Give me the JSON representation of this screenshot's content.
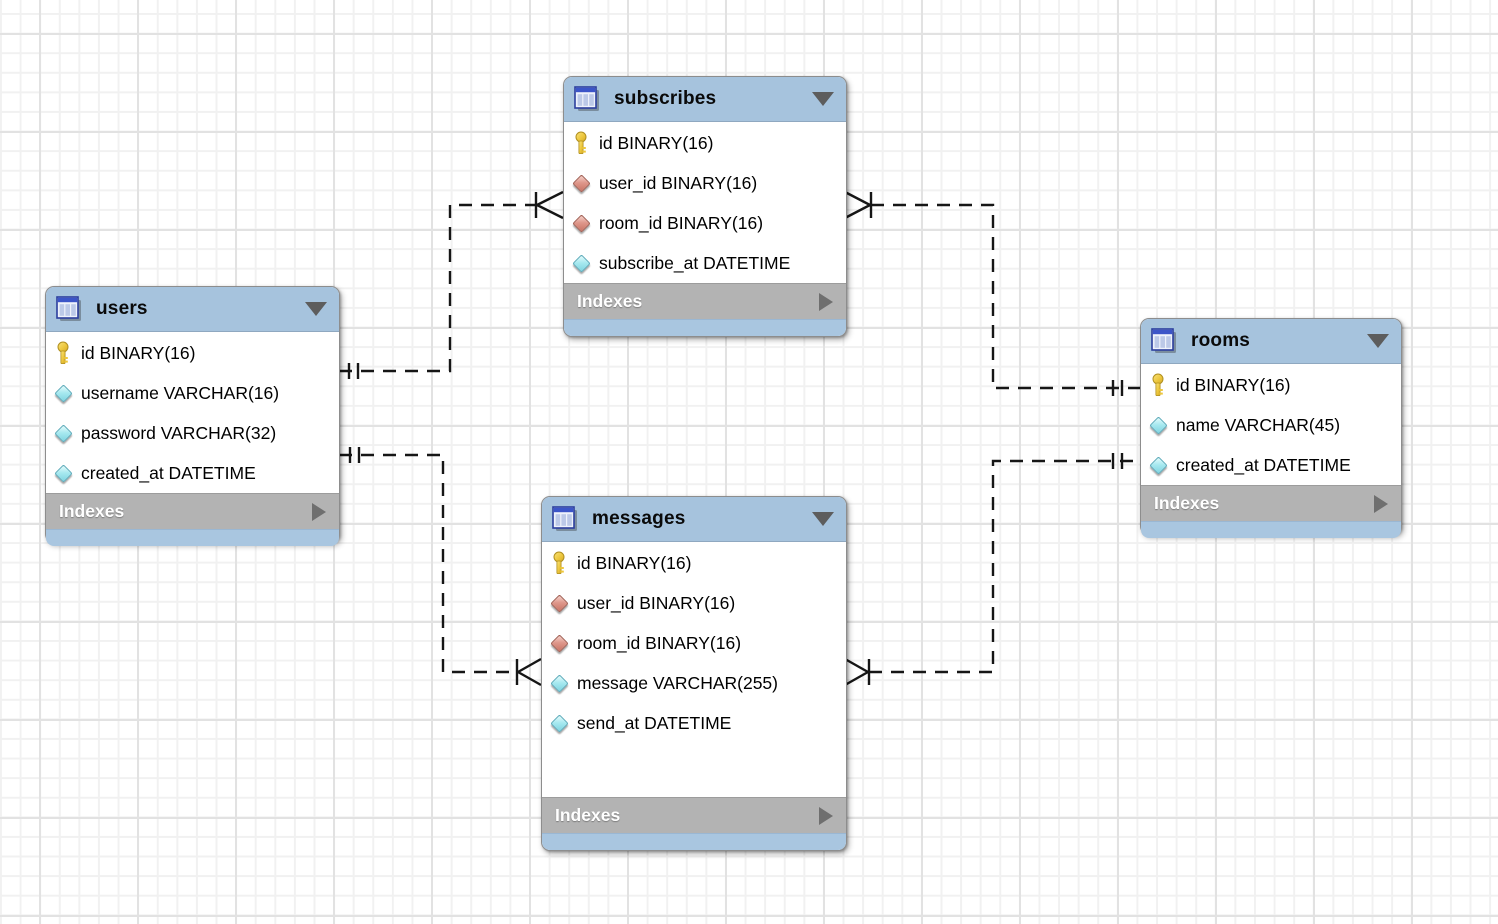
{
  "tables": [
    {
      "name": "users",
      "indexes_label": "Indexes",
      "columns": [
        {
          "icon": "primary-key",
          "label": "id BINARY(16)"
        },
        {
          "icon": "attribute",
          "label": "username VARCHAR(16)"
        },
        {
          "icon": "attribute",
          "label": "password VARCHAR(32)"
        },
        {
          "icon": "attribute",
          "label": "created_at DATETIME"
        }
      ]
    },
    {
      "name": "subscribes",
      "indexes_label": "Indexes",
      "columns": [
        {
          "icon": "primary-key",
          "label": "id BINARY(16)"
        },
        {
          "icon": "foreign-key",
          "label": "user_id BINARY(16)"
        },
        {
          "icon": "foreign-key",
          "label": "room_id BINARY(16)"
        },
        {
          "icon": "attribute",
          "label": "subscribe_at DATETIME"
        }
      ]
    },
    {
      "name": "messages",
      "indexes_label": "Indexes",
      "columns": [
        {
          "icon": "primary-key",
          "label": "id BINARY(16)"
        },
        {
          "icon": "foreign-key",
          "label": "user_id BINARY(16)"
        },
        {
          "icon": "foreign-key",
          "label": "room_id BINARY(16)"
        },
        {
          "icon": "attribute",
          "label": "message VARCHAR(255)"
        },
        {
          "icon": "attribute",
          "label": "send_at DATETIME"
        }
      ]
    },
    {
      "name": "rooms",
      "indexes_label": "Indexes",
      "columns": [
        {
          "icon": "primary-key",
          "label": "id BINARY(16)"
        },
        {
          "icon": "attribute",
          "label": "name VARCHAR(45)"
        },
        {
          "icon": "attribute",
          "label": "created_at DATETIME"
        }
      ]
    }
  ],
  "relationships": [
    {
      "from_table": "users",
      "to_table": "subscribes",
      "from_end": "one-mandatory",
      "to_end": "many-mandatory",
      "line": "dashed"
    },
    {
      "from_table": "users",
      "to_table": "messages",
      "from_end": "one-mandatory",
      "to_end": "many-mandatory",
      "line": "dashed"
    },
    {
      "from_table": "rooms",
      "to_table": "subscribes",
      "from_end": "one-mandatory",
      "to_end": "many-mandatory",
      "line": "dashed"
    },
    {
      "from_table": "rooms",
      "to_table": "messages",
      "from_end": "one-mandatory",
      "to_end": "many-mandatory",
      "line": "dashed"
    }
  ],
  "colors": {
    "table_header": "#a6c3dd",
    "table_footer": "#a9c6e0",
    "indexes_bar": "#b3b3b3",
    "table_body": "#ffffff",
    "primary_key_icon": "#edc73e",
    "foreign_key_icon": "#de978b",
    "attribute_icon": "#a8e9f0",
    "connector": "#161616",
    "grid_minor": "#f1f1f1",
    "grid_major": "#e2e2e2"
  }
}
